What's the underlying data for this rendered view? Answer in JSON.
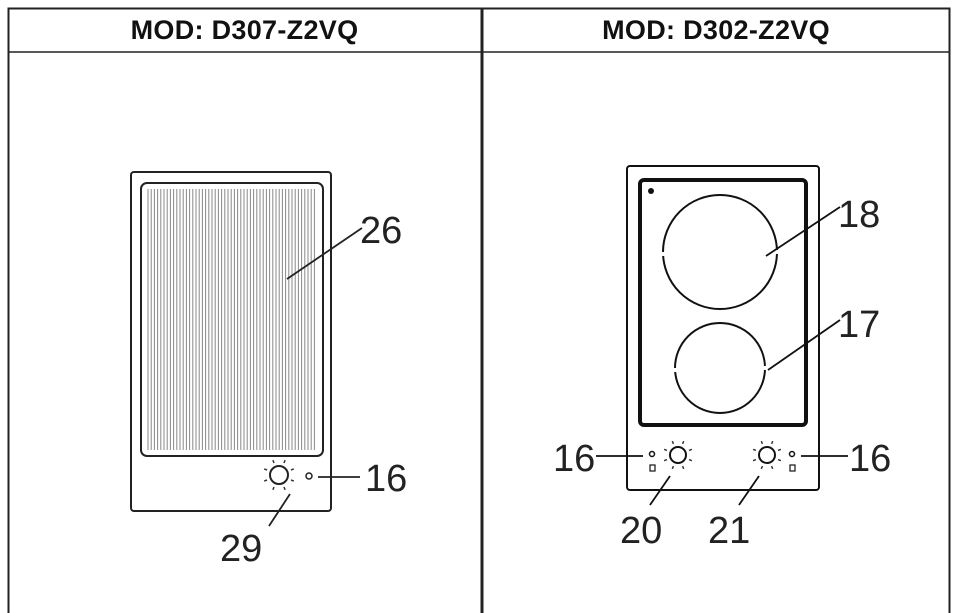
{
  "header": {
    "left_title": "MOD: D307-Z2VQ",
    "right_title": "MOD: D302-Z2VQ"
  },
  "left_diagram": {
    "labels": {
      "grill_plate": "26",
      "indicator_light": "16",
      "control_knob": "29"
    }
  },
  "right_diagram": {
    "labels": {
      "large_zone": "18",
      "small_zone": "17",
      "indicator_light_left": "16",
      "indicator_light_right": "16",
      "knob_left": "20",
      "knob_right": "21"
    }
  },
  "colors": {
    "line": "#1a1a1a",
    "grid": "#222222",
    "glass": "#ffffff"
  }
}
